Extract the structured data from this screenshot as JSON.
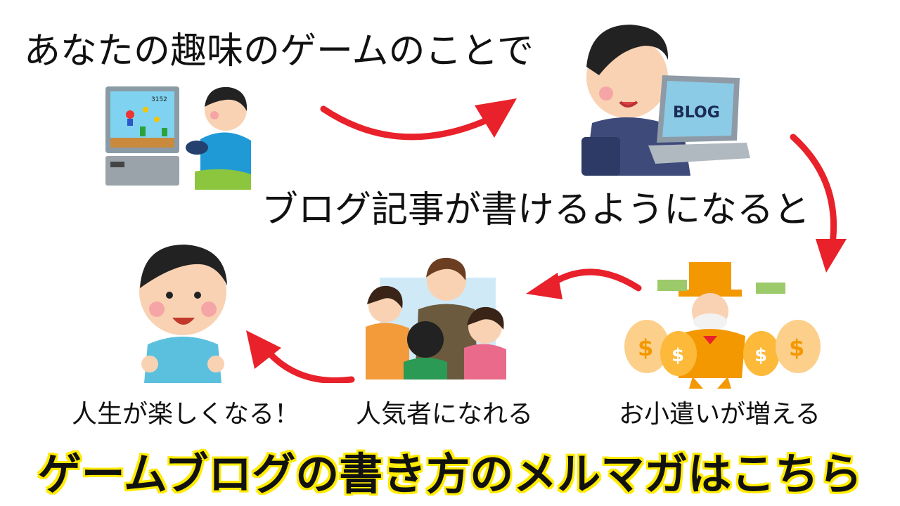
{
  "heading_line1": "あなたの趣味のゲームのことで",
  "heading_line2": "ブログ記事が書けるようになると",
  "captions": {
    "happy_life": "人生が楽しくなる！",
    "popular": "人気者になれる",
    "money": "お小遣いが増える"
  },
  "banner": "ゲームブログの書き方のメルマガはこちら",
  "illustration_text": {
    "game_score": "3152",
    "blog_screen": "BLOG",
    "dollar": "$"
  },
  "colors": {
    "arrow": "#e8212a",
    "banner_outline": "#ffeb00",
    "banner_text": "#111111"
  }
}
